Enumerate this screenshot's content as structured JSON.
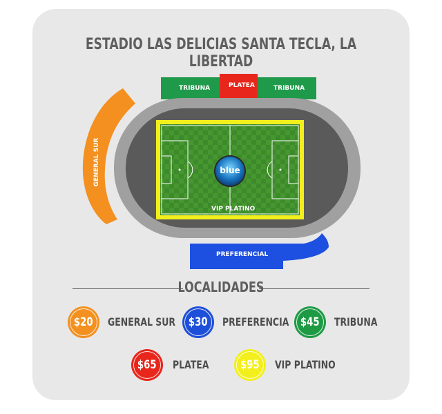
{
  "title": "ESTADIO LAS DELICIAS SANTA TECLA, LA LIBERTAD",
  "stands": {
    "tribuna_left": "TRIBUNA",
    "platea": "PLATEA",
    "tribuna_right": "TRIBUNA",
    "general_sur": "GENERAL SUR",
    "preferencial": "PREFERENCIAL",
    "vip": "VIP PLATINO",
    "center_logo": "blue"
  },
  "section_heading": "LOCALIDADES",
  "prices": [
    {
      "price": "$20",
      "label": "GENERAL SUR",
      "color": "#f39020"
    },
    {
      "price": "$30",
      "label": "PREFERENCIA",
      "color": "#1e4fd8"
    },
    {
      "price": "$45",
      "label": "TRIBUNA",
      "color": "#1e9a45"
    },
    {
      "price": "$65",
      "label": "PLATEA",
      "color": "#e8261c"
    },
    {
      "price": "$95",
      "label": "VIP PLATINO",
      "color": "#f2ef1c"
    }
  ],
  "colors": {
    "tribuna": "#1f9a4a",
    "platea": "#e8261c",
    "general_sur": "#f39020",
    "preferencial": "#1d4fe0",
    "vip_border": "#f2ef1c",
    "track": "#a0a0a0",
    "pitch": "#3f8f2f"
  }
}
